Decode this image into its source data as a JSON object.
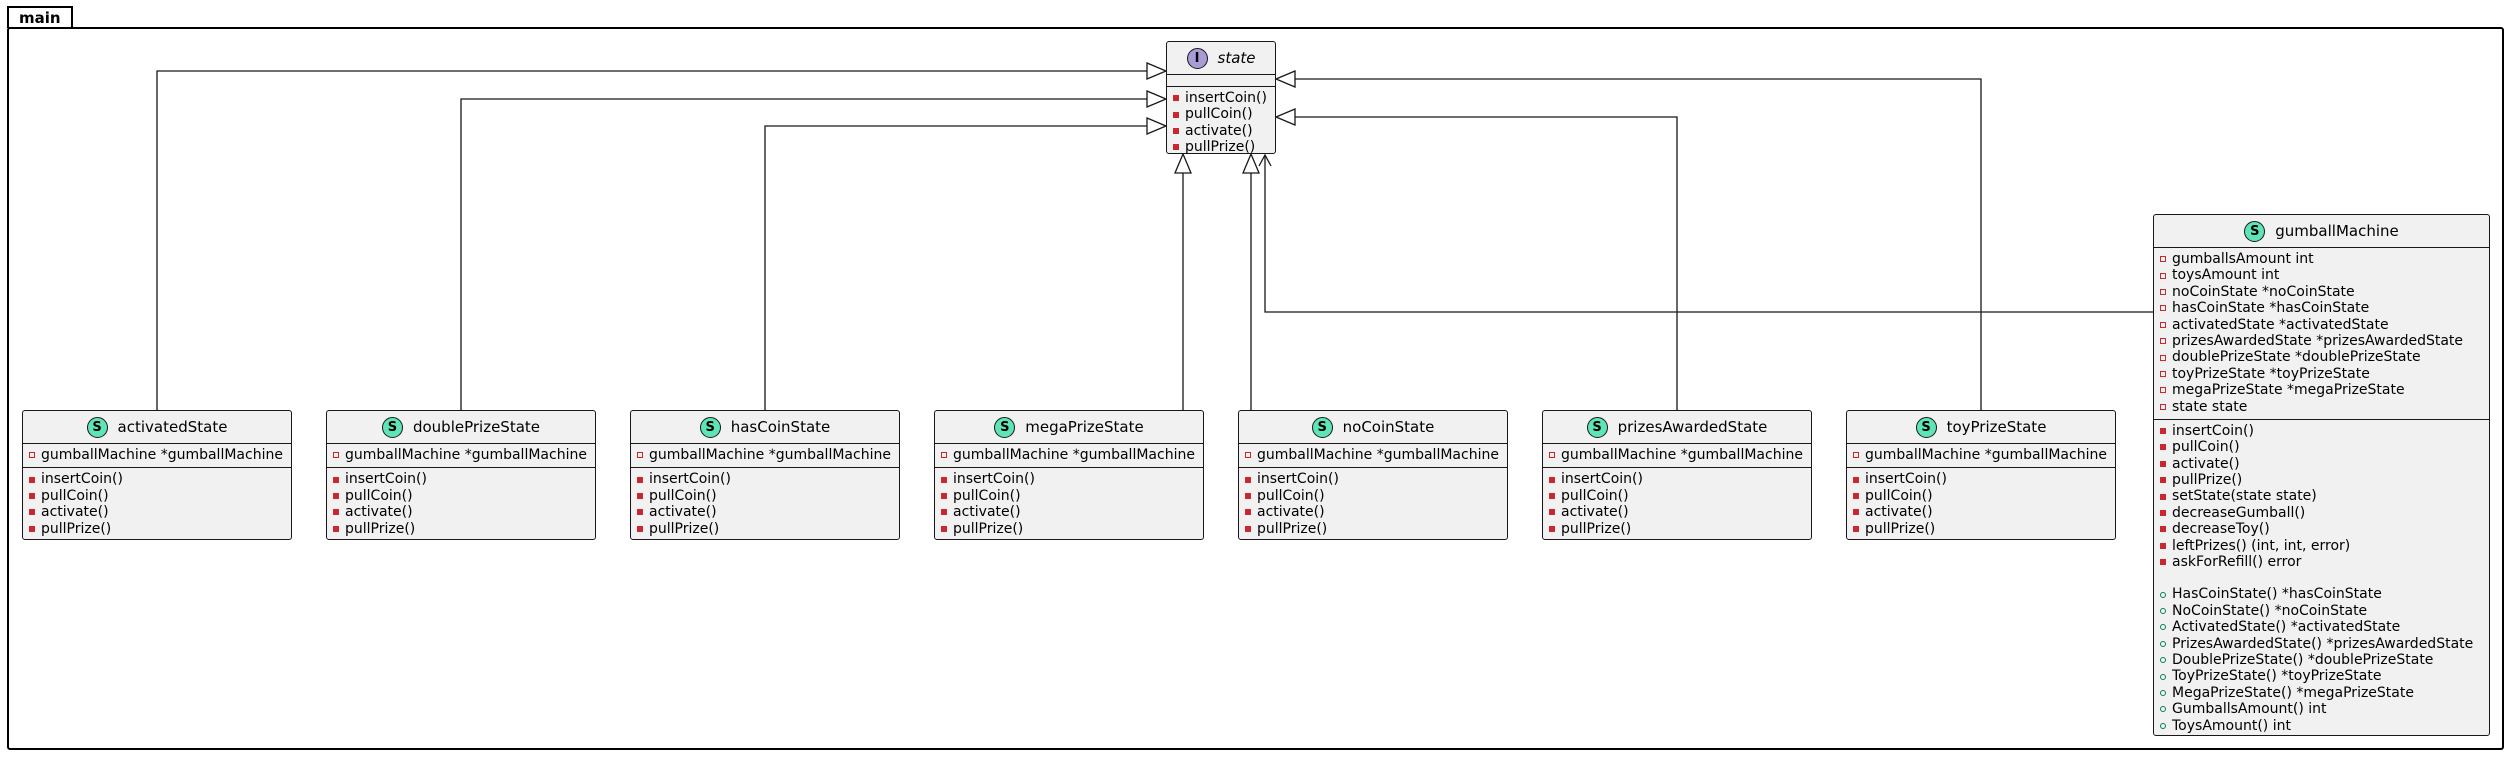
{
  "package": {
    "name": "main"
  },
  "colors": {
    "interface_badge": "#a89bd6",
    "struct_badge": "#5fe4b8",
    "method_private": "#c82930",
    "method_public": "#038048",
    "box_fill": "#f1f1f1"
  },
  "interface": {
    "badge": "I",
    "name": "state",
    "methods": [
      "insertCoin()",
      "pullCoin()",
      "activate()",
      "pullPrize()"
    ]
  },
  "states": [
    {
      "badge": "S",
      "name": "activatedState",
      "field": "gumballMachine *gumballMachine",
      "methods": [
        "insertCoin()",
        "pullCoin()",
        "activate()",
        "pullPrize()"
      ]
    },
    {
      "badge": "S",
      "name": "doublePrizeState",
      "field": "gumballMachine *gumballMachine",
      "methods": [
        "insertCoin()",
        "pullCoin()",
        "activate()",
        "pullPrize()"
      ]
    },
    {
      "badge": "S",
      "name": "hasCoinState",
      "field": "gumballMachine *gumballMachine",
      "methods": [
        "insertCoin()",
        "pullCoin()",
        "activate()",
        "pullPrize()"
      ]
    },
    {
      "badge": "S",
      "name": "megaPrizeState",
      "field": "gumballMachine *gumballMachine",
      "methods": [
        "insertCoin()",
        "pullCoin()",
        "activate()",
        "pullPrize()"
      ]
    },
    {
      "badge": "S",
      "name": "noCoinState",
      "field": "gumballMachine *gumballMachine",
      "methods": [
        "insertCoin()",
        "pullCoin()",
        "activate()",
        "pullPrize()"
      ]
    },
    {
      "badge": "S",
      "name": "prizesAwardedState",
      "field": "gumballMachine *gumballMachine",
      "methods": [
        "insertCoin()",
        "pullCoin()",
        "activate()",
        "pullPrize()"
      ]
    },
    {
      "badge": "S",
      "name": "toyPrizeState",
      "field": "gumballMachine *gumballMachine",
      "methods": [
        "insertCoin()",
        "pullCoin()",
        "activate()",
        "pullPrize()"
      ]
    }
  ],
  "machine": {
    "badge": "S",
    "name": "gumballMachine",
    "fields": [
      "gumballsAmount int",
      "toysAmount int",
      "noCoinState *noCoinState",
      "hasCoinState *hasCoinState",
      "activatedState *activatedState",
      "prizesAwardedState *prizesAwardedState",
      "doublePrizeState *doublePrizeState",
      "toyPrizeState *toyPrizeState",
      "megaPrizeState *megaPrizeState",
      "state state"
    ],
    "private_methods": [
      "insertCoin()",
      "pullCoin()",
      "activate()",
      "pullPrize()",
      "setState(state state)",
      "decreaseGumball()",
      "decreaseToy()",
      "leftPrizes() (int, int, error)",
      "askForRefill() error"
    ],
    "public_methods": [
      "HasCoinState() *hasCoinState",
      "NoCoinState() *noCoinState",
      "ActivatedState() *activatedState",
      "PrizesAwardedState() *prizesAwardedState",
      "DoublePrizeState() *doublePrizeState",
      "ToyPrizeState() *toyPrizeState",
      "MegaPrizeState() *megaPrizeState",
      "GumballsAmount() int",
      "ToysAmount() int"
    ]
  }
}
